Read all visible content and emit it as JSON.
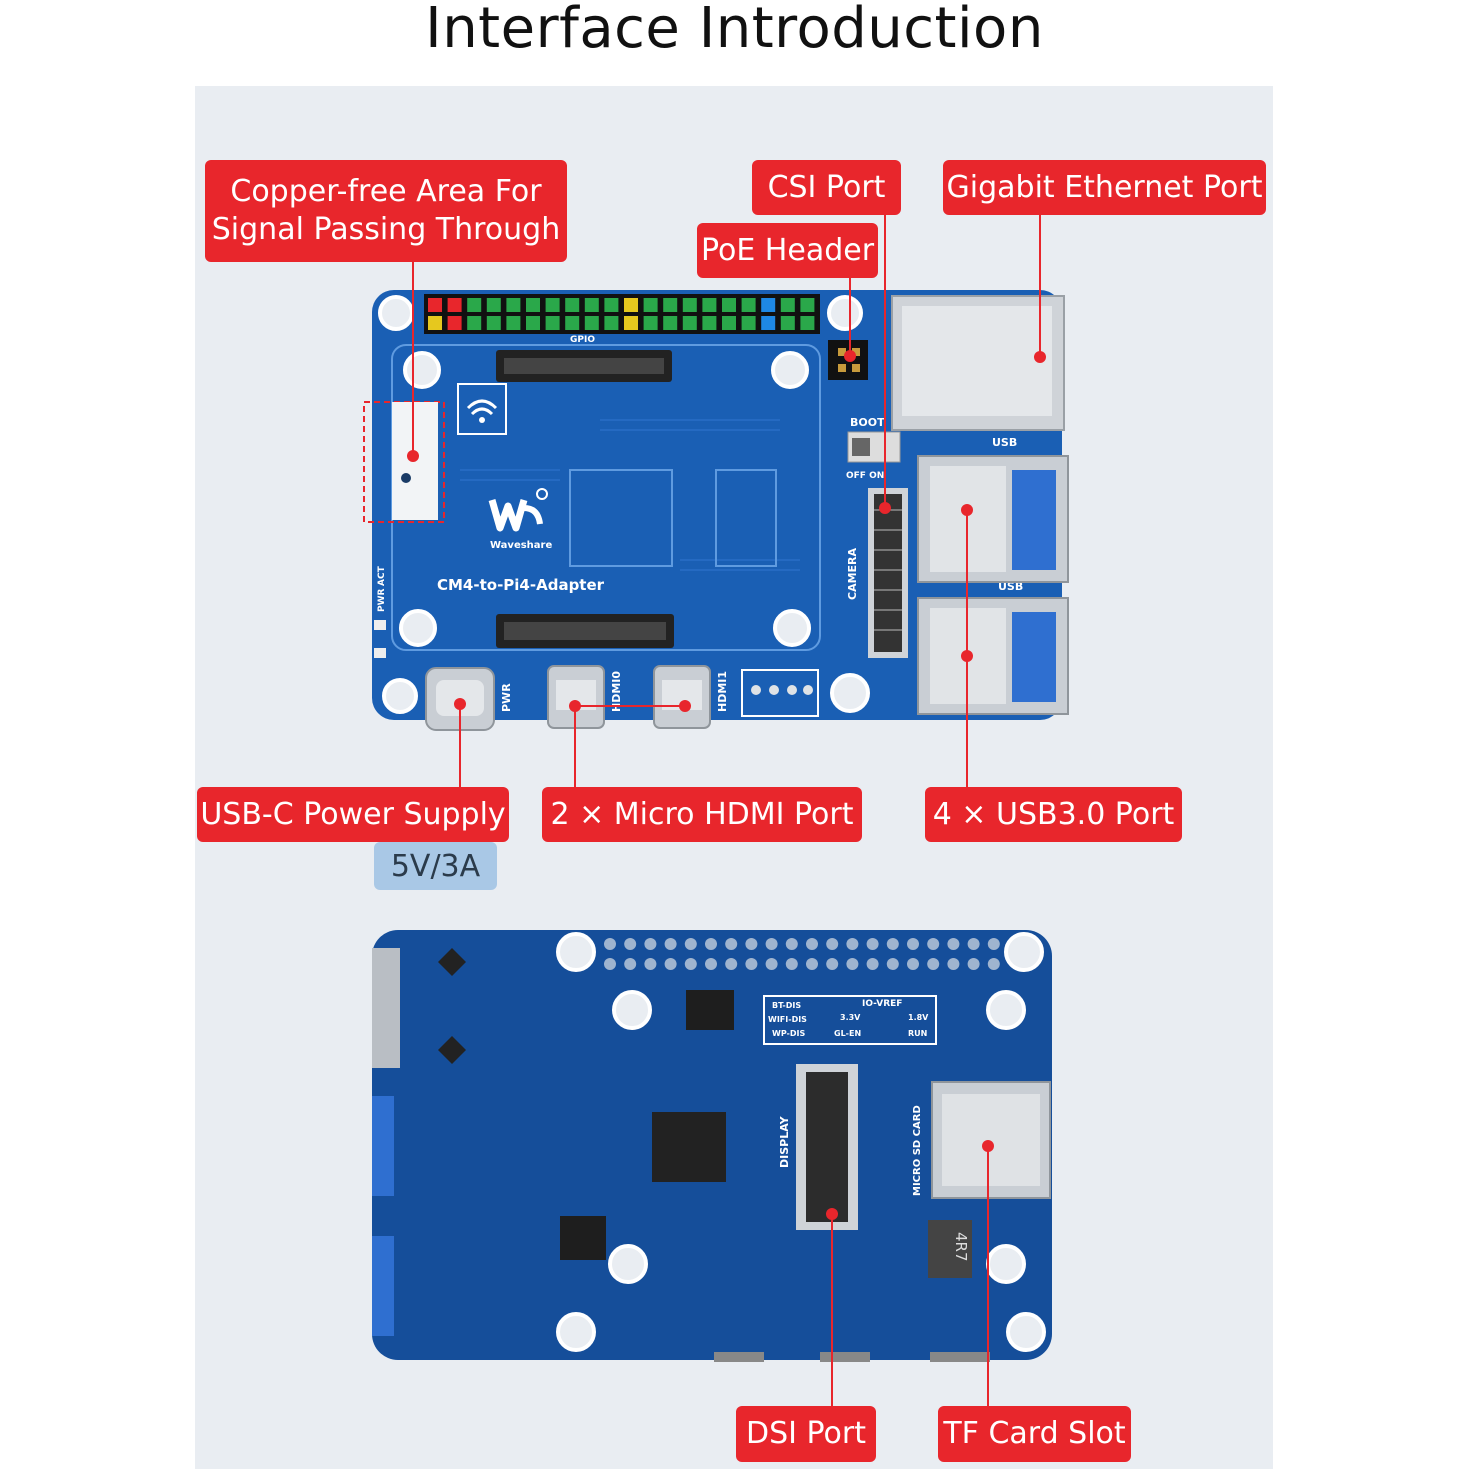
{
  "title": "Interface Introduction",
  "callouts": {
    "copper_free_line1": "Copper-free Area For",
    "copper_free_line2": "Signal Passing Through",
    "csi_port": "CSI Port",
    "poe_header": "PoE Header",
    "gigabit_ethernet": "Gigabit Ethernet Port",
    "usb_c_power": "USB-C Power Supply",
    "power_rating": "5V/3A",
    "micro_hdmi": "2 × Micro HDMI Port",
    "usb3": "4 × USB3.0 Port",
    "dsi_port": "DSI Port",
    "tf_card": "TF Card Slot"
  },
  "board_top": {
    "brand": "Waveshare",
    "model": "CM4-to-Pi4-Adapter",
    "boot": "BOOT",
    "off_on": "OFF ON",
    "usb_top": "USB",
    "usb_bottom": "USB",
    "camera": "CAMERA",
    "pwr": "PWR",
    "hdmi0": "HDMI0",
    "hdmi1": "HDMI1",
    "gpio": "GPIO",
    "pwr_led": "PWR",
    "act_led": "ACT"
  },
  "board_bottom": {
    "display": "DISPLAY",
    "micro_sd": "MICRO SD CARD",
    "io_vref": "IO-VREF",
    "v33": "3.3V",
    "v18": "1.8V",
    "bt_dis": "BT-DIS",
    "wifi_dis": "WIFI-DIS",
    "wp_dis": "WP-DIS",
    "gl_en": "GL-EN",
    "run": "RUN",
    "inductor": "4R7"
  },
  "colors": {
    "callout_red": "#e8262c",
    "pcb_blue": "#1a5fb4",
    "pcb_dark": "#154e9a",
    "panel_bg": "#e9edf2",
    "chip_blue": "#a9c8e6",
    "metal": "#c9ced4"
  }
}
